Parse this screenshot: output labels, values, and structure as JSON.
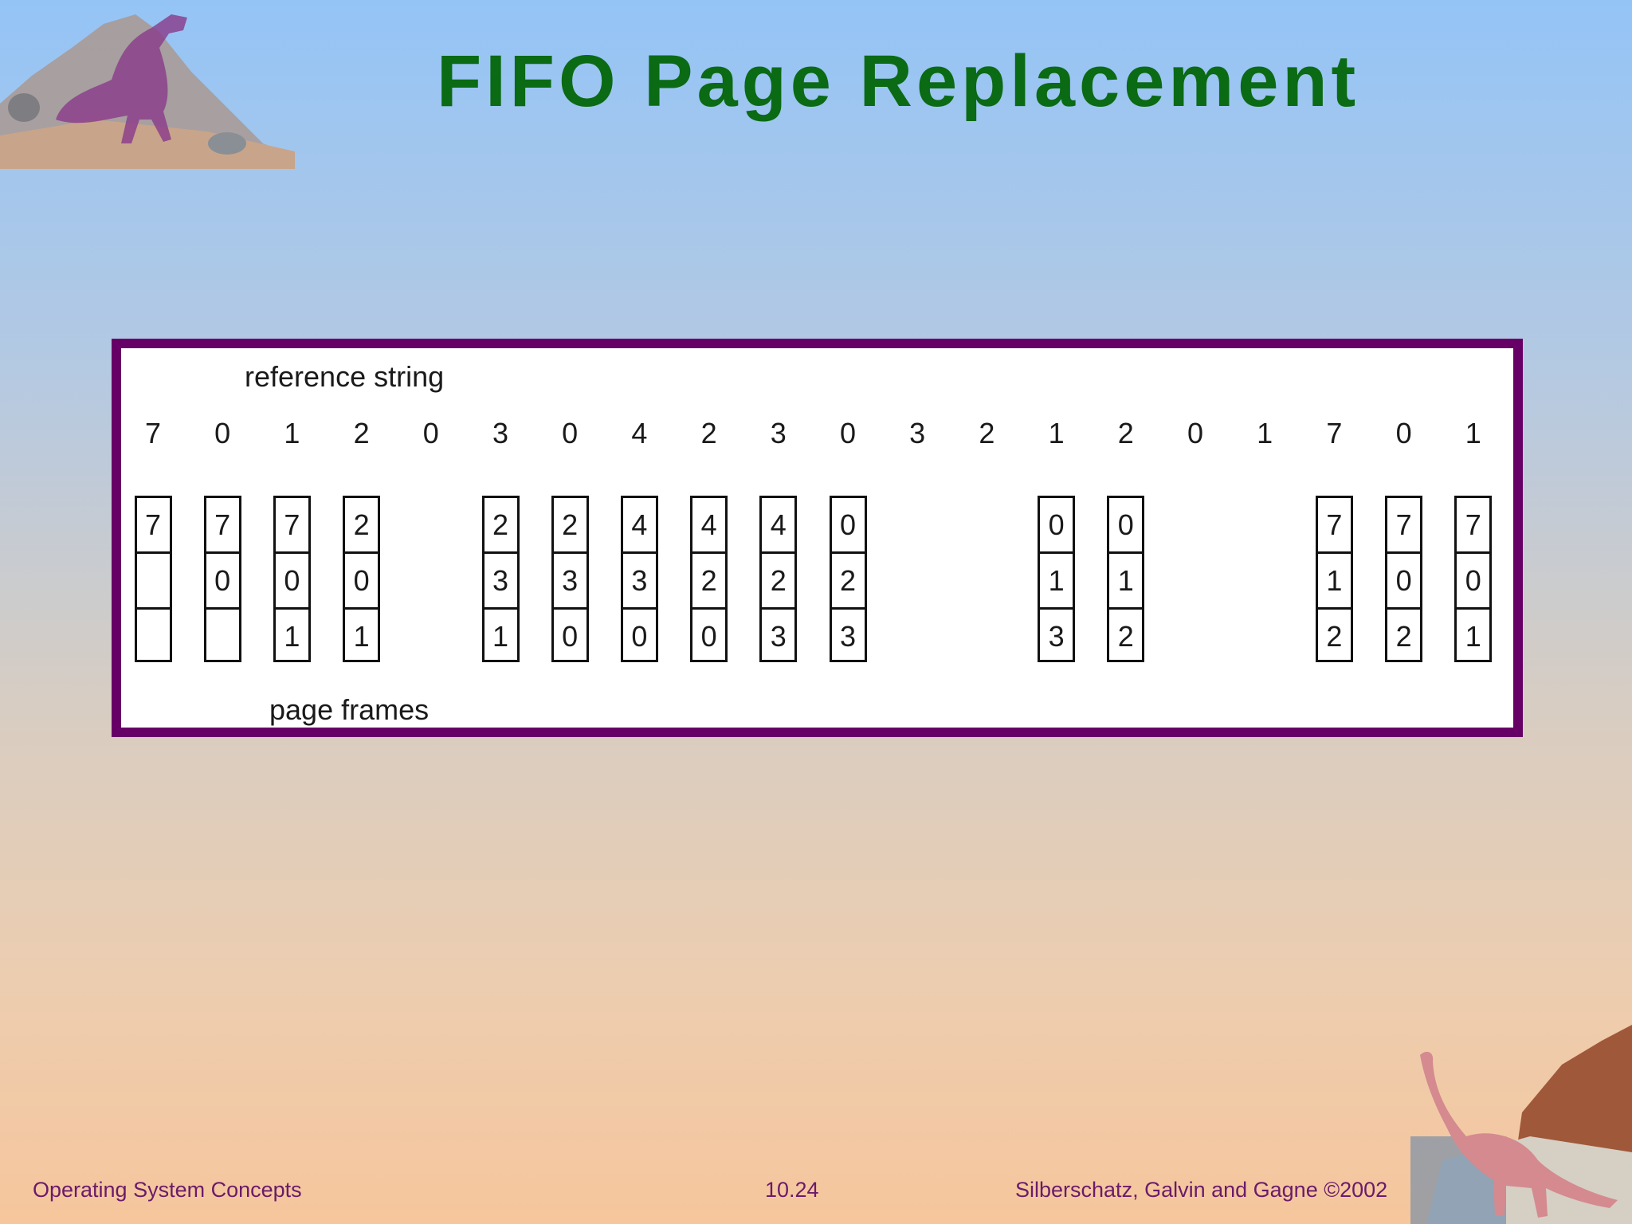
{
  "slide": {
    "title": "FIFO Page Replacement"
  },
  "diagram": {
    "reference_label": "reference string",
    "frames_label": "page frames",
    "reference_string": [
      "7",
      "0",
      "1",
      "2",
      "0",
      "3",
      "0",
      "4",
      "2",
      "3",
      "0",
      "3",
      "2",
      "1",
      "2",
      "0",
      "1",
      "7",
      "0",
      "1"
    ],
    "frames": [
      {
        "ref_index": 0,
        "cells": [
          "7",
          "",
          ""
        ]
      },
      {
        "ref_index": 1,
        "cells": [
          "7",
          "0",
          ""
        ]
      },
      {
        "ref_index": 2,
        "cells": [
          "7",
          "0",
          "1"
        ]
      },
      {
        "ref_index": 3,
        "cells": [
          "2",
          "0",
          "1"
        ]
      },
      {
        "ref_index": 5,
        "cells": [
          "2",
          "3",
          "1"
        ]
      },
      {
        "ref_index": 6,
        "cells": [
          "2",
          "3",
          "0"
        ]
      },
      {
        "ref_index": 7,
        "cells": [
          "4",
          "3",
          "0"
        ]
      },
      {
        "ref_index": 8,
        "cells": [
          "4",
          "2",
          "0"
        ]
      },
      {
        "ref_index": 9,
        "cells": [
          "4",
          "2",
          "3"
        ]
      },
      {
        "ref_index": 10,
        "cells": [
          "0",
          "2",
          "3"
        ]
      },
      {
        "ref_index": 13,
        "cells": [
          "0",
          "1",
          "3"
        ]
      },
      {
        "ref_index": 14,
        "cells": [
          "0",
          "1",
          "2"
        ]
      },
      {
        "ref_index": 17,
        "cells": [
          "7",
          "1",
          "2"
        ]
      },
      {
        "ref_index": 18,
        "cells": [
          "7",
          "0",
          "2"
        ]
      },
      {
        "ref_index": 19,
        "cells": [
          "7",
          "0",
          "1"
        ]
      }
    ],
    "border_color": "#660066"
  },
  "footer": {
    "left": "Operating System Concepts",
    "center": "10.24",
    "right": "Silberschatz, Galvin and  Gagne ©2002"
  }
}
